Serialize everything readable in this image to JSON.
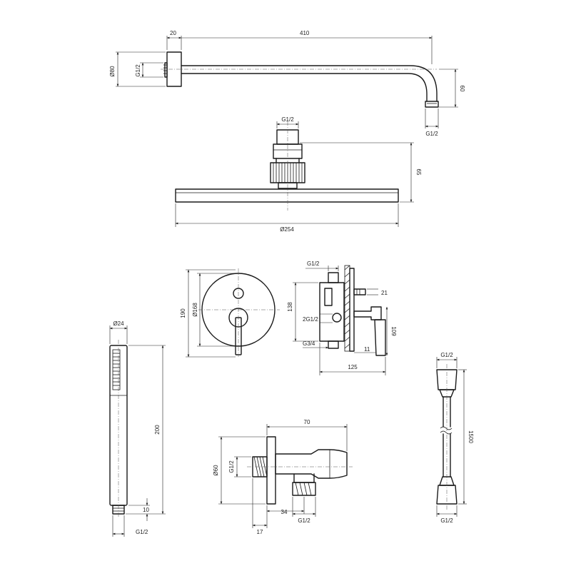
{
  "shower_arm": {
    "flange_thickness": "20",
    "length": "410",
    "flange_diameter": "Ø80",
    "inlet_thread": "G1/2",
    "drop": "60",
    "outlet_thread": "G1/2"
  },
  "shower_head": {
    "thread": "G1/2",
    "height": "65",
    "diameter": "Ø254"
  },
  "mixer_plate": {
    "height": "190",
    "diameter": "Ø168"
  },
  "mixer_body": {
    "thread_top": "G1/2",
    "height": "138",
    "depth_top": "21",
    "thread_side": "2G1/2",
    "handle_depth": "109",
    "thread_bottom": "G3/4",
    "offset": "11",
    "total_depth": "125"
  },
  "hand_shower": {
    "diameter": "Ø24",
    "length": "200",
    "thread_length": "10",
    "thread": "G1/2"
  },
  "wall_outlet": {
    "depth": "70",
    "flange_diameter": "Ø60",
    "inlet_thread": "G1/2",
    "outlet_offset": "34",
    "flange_thickness": "17",
    "outlet_thread": "G1/2"
  },
  "hose": {
    "thread_top": "G1/2",
    "length": "1500",
    "thread_bottom": "G1/2"
  }
}
